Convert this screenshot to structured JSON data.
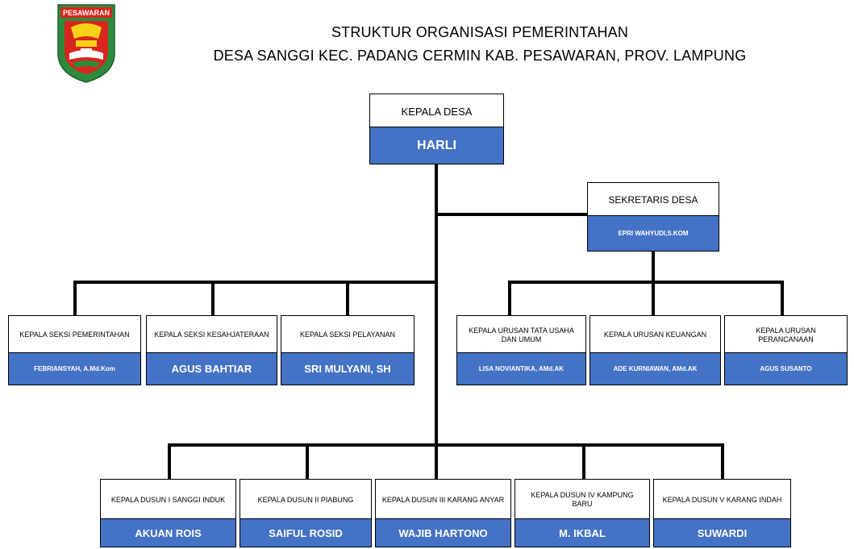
{
  "logo": {
    "text": "PESAWARAN",
    "colors": {
      "green": "#2e8b3e",
      "red": "#d7261e",
      "yellow": "#f7d117"
    }
  },
  "header": {
    "line1": "STRUKTUR ORGANISASI PEMERINTAHAN",
    "line2": "DESA SANGGI KEC. PADANG CERMIN KAB. PESAWARAN, PROV. LAMPUNG"
  },
  "head": {
    "role": "KEPALA DESA",
    "name": "HARLI"
  },
  "secretary": {
    "role": "SEKRETARIS DESA",
    "name": "EPRI WAHYUDI,S.KOM"
  },
  "sections": [
    {
      "role": "KEPALA SEKSI PEMERINTAHAN",
      "name": "FEBRIANSYAH, A.Md.Kom"
    },
    {
      "role": "KEPALA SEKSI KESAHJATERAAN",
      "name": "AGUS BAHTIAR"
    },
    {
      "role": "KEPALA SEKSI PELAYANAN",
      "name": "SRI MULYANI, SH"
    }
  ],
  "affairs": [
    {
      "role": "KEPALA URUSAN TATA USAHA DAN UMUM",
      "name": "LISA NOVIANTIKA, AMd.AK"
    },
    {
      "role": "KEPALA URUSAN KEUANGAN",
      "name": "ADE KURNIAWAN, AMd.AK"
    },
    {
      "role": "KEPALA URUSAN PERANCANAAN",
      "name": "AGUS SUSANTO"
    }
  ],
  "hamlets": [
    {
      "role": "KEPALA DUSUN I SANGGI INDUK",
      "name": "AKUAN ROIS"
    },
    {
      "role": "KEPALA DUSUN II PIABUNG",
      "name": "SAIFUL ROSID"
    },
    {
      "role": "KEPALA DUSUN III KARANG ANYAR",
      "name": "WAJIB HARTONO"
    },
    {
      "role": "KEPALA DUSUN IV KAMPUNG BARU",
      "name": "M. IKBAL"
    },
    {
      "role": "KEPALA DUSUN V KARANG INDAH",
      "name": "SUWARDI"
    }
  ],
  "colors": {
    "name_fill": "#4472c4",
    "line": "#000000"
  }
}
